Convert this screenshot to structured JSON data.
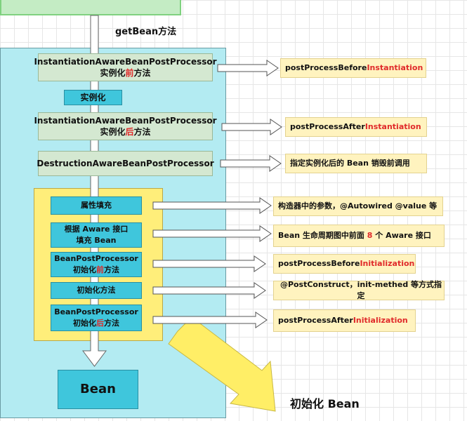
{
  "diagram": {
    "get_bean_label": "getBean方法",
    "ibpp_before": {
      "line1": "InstantiationAwareBeanPostProcessor",
      "line2_pre": "实例化",
      "line2_red": "前",
      "line2_post": "方法"
    },
    "instantiate": "实例化",
    "ibpp_after": {
      "line1": "InstantiationAwareBeanPostProcessor",
      "line2_pre": "实例化",
      "line2_red": "后",
      "line2_post": "方法"
    },
    "destruction": "DestructionAwareBeanPostProcessor",
    "populate": "属性填充",
    "aware": {
      "line1": "根据 Aware 接口",
      "line2": "填充 Bean"
    },
    "bpp_before": {
      "line1": "BeanPostProcessor",
      "line2_pre": "初始化",
      "line2_red": "前",
      "line2_post": "方法"
    },
    "init_method": "初始化方法",
    "bpp_after": {
      "line1": "BeanPostProcessor",
      "line2_pre": "初始化",
      "line2_red": "后",
      "line2_post": "方法"
    },
    "bean": "Bean",
    "init_bean_label": "初始化 Bean",
    "notes": {
      "n1": {
        "pre": "postProcessBefore",
        "red": "Instantiation"
      },
      "n2": {
        "pre": "postProcessAfter",
        "red": "Instantiation"
      },
      "n3": "指定实例化后的 Bean 销毁前调用",
      "n4": "构造器中的参数，@Autowired @value 等",
      "n5": {
        "pre": "Bean 生命周期图中前面 ",
        "red": "8",
        "post": " 个 Aware 接口"
      },
      "n6": {
        "pre": "postProcessBefore",
        "red": "Initialization"
      },
      "n7": "@PostConstruct，init-methed 等方式指定",
      "n8": {
        "pre": "postProcessAfter",
        "red": "Initialization"
      }
    }
  }
}
